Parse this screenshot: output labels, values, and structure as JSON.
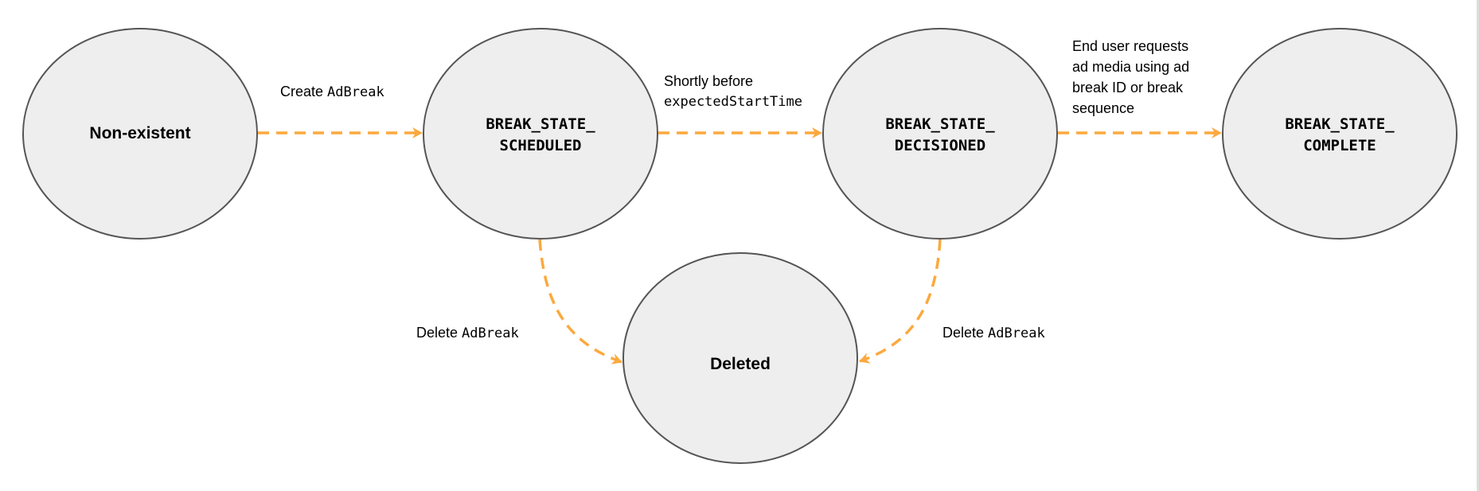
{
  "colors": {
    "node_fill": "#eeeeee",
    "node_stroke": "#555555",
    "edge": "#fba93f"
  },
  "nodes": {
    "nonexistent": "Non-existent",
    "scheduled": [
      "BREAK_STATE_",
      "SCHEDULED"
    ],
    "decisioned": [
      "BREAK_STATE_",
      "DECISIONED"
    ],
    "complete": [
      "BREAK_STATE_",
      "COMPLETE"
    ],
    "deleted": "Deleted"
  },
  "edges": {
    "create": {
      "text": "Create ",
      "code": "AdBreak"
    },
    "shortly": {
      "line1": "Shortly before",
      "code": "expectedStartTime"
    },
    "end_user": [
      "End user requests",
      "ad media using ad",
      "break ID or break",
      "sequence"
    ],
    "delete_left": {
      "text": "Delete ",
      "code": "AdBreak"
    },
    "delete_right": {
      "text": "Delete ",
      "code": "AdBreak"
    }
  }
}
